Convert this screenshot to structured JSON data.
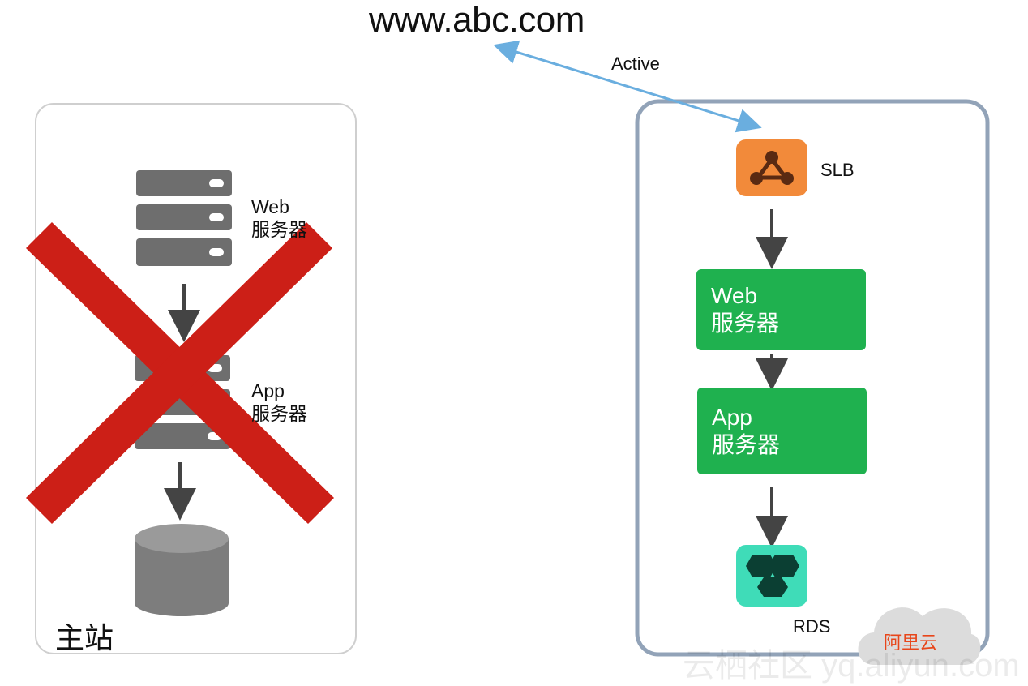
{
  "domain": "www.abc.com",
  "link": {
    "label": "Active",
    "color": "#6aaedf"
  },
  "primary_site": {
    "label": "主站",
    "web_server": {
      "line1": "Web",
      "line2": "服务器"
    },
    "app_server": {
      "line1": "App",
      "line2": "服务器"
    },
    "status": "failed",
    "cross_color": "#cc1f17"
  },
  "cloud_site": {
    "slb_label": "SLB",
    "web_server": {
      "line1": "Web",
      "line2": "服务器"
    },
    "app_server": {
      "line1": "App",
      "line2": "服务器"
    },
    "rds_label": "RDS",
    "cloud_label": "阿里云",
    "border_color": "#92a3b8",
    "box_color": "#1fb14f",
    "slb_color": "#f28a3a",
    "rds_color": "#3fdcb8"
  },
  "watermark": "云栖社区 yq.aliyun.com"
}
